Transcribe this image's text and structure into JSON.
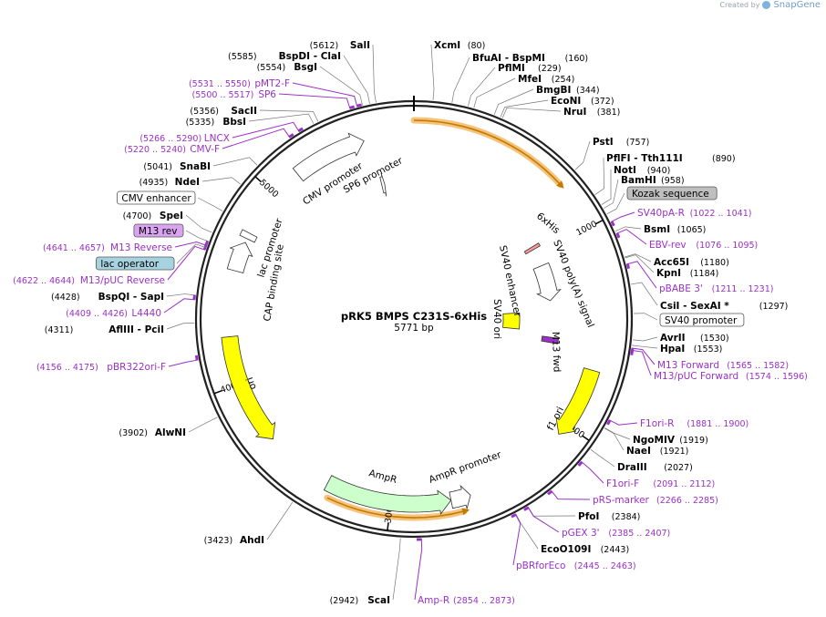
{
  "credit": {
    "prefix": "Created by",
    "brand": "SnapGene",
    "icon": "snapgene-logo-icon"
  },
  "plasmid": {
    "name": "pRK5 BMPS C231S-6xHis",
    "length": 5771,
    "length_label": "5771 bp"
  },
  "colors": {
    "primer": "#9b30c8",
    "site": "#000000",
    "ori": "#ffff00",
    "ampr": "#ccffcc",
    "promoter": "#ffffff",
    "kozak": "#bfbfbf",
    "lac_operator": "#a7d3e0",
    "m13rev": "#d9a3f0",
    "orf_highlight": "#f7c27a",
    "orf_arrow": "#c07c00"
  },
  "ticks": [
    {
      "pos": 1000,
      "label": "1000"
    },
    {
      "pos": 2000,
      "label": "2000"
    },
    {
      "pos": 3000,
      "label": "3000"
    },
    {
      "pos": 4000,
      "label": "4000"
    },
    {
      "pos": 5000,
      "label": "5000"
    }
  ],
  "orf_arcs": [
    {
      "name": "orf-top",
      "start": 5771,
      "end": 760,
      "dir": 1
    },
    {
      "name": "orf-bottom",
      "start": 3300,
      "end": 2650,
      "dir": -1
    }
  ],
  "inner_features": [
    {
      "name": "cmv-promoter",
      "label": "CMV promoter",
      "start": 5150,
      "end": 5520,
      "dir": 1,
      "color": "#ffffff",
      "track": 1
    },
    {
      "name": "sp6-promoter",
      "label": "SP6 promoter",
      "start": 5555,
      "end": 5575,
      "dir": 1,
      "color": "#ffffff",
      "track": 2
    },
    {
      "name": "lac-promoter",
      "label": "lac promoter",
      "start": 4570,
      "end": 4720,
      "dir": 1,
      "color": "#ffffff",
      "track": 1
    },
    {
      "name": "cap-binding-site",
      "label": "CAP binding site",
      "start": 4740,
      "end": 4770,
      "dir": 0,
      "color": "#ffffff",
      "track": 1
    },
    {
      "name": "ori",
      "label": "ori",
      "start": 3680,
      "end": 4240,
      "dir": -1,
      "color": "#ffff00",
      "track": 1
    },
    {
      "name": "ampr",
      "label": "AmpR",
      "start": 2700,
      "end": 3330,
      "dir": -1,
      "color": "#ccffcc",
      "track": 1
    },
    {
      "name": "ampr-promoter",
      "label": "AmpR promoter",
      "start": 2600,
      "end": 2700,
      "dir": -1,
      "color": "#ffffff",
      "track": 1
    },
    {
      "name": "f1-ori",
      "label": "f1 ori",
      "start": 1700,
      "end": 2060,
      "dir": 1,
      "color": "#ffff00",
      "track": 1
    },
    {
      "name": "sv40-polya",
      "label": "SV40 poly(A) signal",
      "start": 1080,
      "end": 1320,
      "dir": 1,
      "color": "#ffffff",
      "track": 2
    },
    {
      "name": "sv40-enhancer-ori",
      "label": "SV40 enhancer",
      "start": 1390,
      "end": 1530,
      "dir": 0,
      "color": "#ffff00",
      "track": 3
    },
    {
      "name": "six-his",
      "label": "6xHis",
      "start": 940,
      "end": 960,
      "dir": 0,
      "color": "#ff9999",
      "track": 2
    },
    {
      "name": "m13-fwd",
      "label": "M13 fwd",
      "start": 1565,
      "end": 1600,
      "dir": 0,
      "color": "#9b30c8",
      "track": 2
    }
  ],
  "inner_labels": {
    "cmv_promoter": "CMV promoter",
    "sp6_promoter": "SP6 promoter",
    "lac_promoter": "lac promoter",
    "cap_binding_site": "CAP binding site",
    "ori": "ori",
    "ampr": "AmpR",
    "ampr_promoter": "AmpR promoter",
    "f1_ori": "f1 ori",
    "sv40_polya": "SV40 poly(A) signal",
    "sv40_enhancer": "SV40 enhancer",
    "sv40_ori": "SV40 ori",
    "six_his": "6xHis",
    "m13_fwd": "M13 fwd"
  },
  "outer_labels": [
    {
      "pos": 80,
      "name": "XcmI",
      "coord": "(80)",
      "kind": "site",
      "side": "right"
    },
    {
      "pos": 160,
      "name": "BfuAI - BspMI",
      "coord": "(160)",
      "kind": "site",
      "side": "right"
    },
    {
      "pos": 229,
      "name": "PflMI",
      "coord": "(229)",
      "kind": "site",
      "side": "right"
    },
    {
      "pos": 254,
      "name": "MfeI",
      "coord": "(254)",
      "kind": "site",
      "side": "right"
    },
    {
      "pos": 344,
      "name": "BmgBI",
      "coord": "(344)",
      "kind": "site",
      "side": "right"
    },
    {
      "pos": 372,
      "name": "EcoNI",
      "coord": "(372)",
      "kind": "site",
      "side": "right"
    },
    {
      "pos": 381,
      "name": "NruI",
      "coord": "(381)",
      "kind": "site",
      "side": "right"
    },
    {
      "pos": 757,
      "name": "PstI",
      "coord": "(757)",
      "kind": "site",
      "side": "right"
    },
    {
      "pos": 890,
      "name": "PflFI - Tth111I",
      "coord": "(890)",
      "kind": "site",
      "side": "right"
    },
    {
      "pos": 940,
      "name": "NotI",
      "coord": "(940)",
      "kind": "site",
      "side": "right"
    },
    {
      "pos": 958,
      "name": "BamHI",
      "coord": "(958)",
      "kind": "site",
      "side": "right"
    },
    {
      "pos": 985,
      "name": "Kozak sequence",
      "coord": "",
      "kind": "box-gray",
      "side": "right"
    },
    {
      "pos": 1022,
      "name": "SV40pA-R",
      "coord": "(1022 .. 1041)",
      "kind": "primer",
      "side": "right"
    },
    {
      "pos": 1065,
      "name": "BsmI",
      "coord": "(1065)",
      "kind": "site",
      "side": "right"
    },
    {
      "pos": 1076,
      "name": "EBV-rev",
      "coord": "(1076 .. 1095)",
      "kind": "primer",
      "side": "right"
    },
    {
      "pos": 1180,
      "name": "Acc65I",
      "coord": "(1180)",
      "kind": "site",
      "side": "right"
    },
    {
      "pos": 1184,
      "name": "KpnI",
      "coord": "(1184)",
      "kind": "site",
      "side": "right"
    },
    {
      "pos": 1211,
      "name": "pBABE 3'",
      "coord": "(1211 .. 1231)",
      "kind": "primer",
      "side": "right"
    },
    {
      "pos": 1297,
      "name": "CsiI - SexAI *",
      "coord": "(1297)",
      "kind": "site",
      "side": "right"
    },
    {
      "pos": 1420,
      "name": "SV40 promoter",
      "coord": "",
      "kind": "box-white",
      "side": "right"
    },
    {
      "pos": 1530,
      "name": "AvrII",
      "coord": "(1530)",
      "kind": "site",
      "side": "right"
    },
    {
      "pos": 1553,
      "name": "HpaI",
      "coord": "(1553)",
      "kind": "site",
      "side": "right"
    },
    {
      "pos": 1565,
      "name": "M13 Forward",
      "coord": "(1565 .. 1582)",
      "kind": "primer",
      "side": "right"
    },
    {
      "pos": 1574,
      "name": "M13/pUC Forward",
      "coord": "(1574 .. 1596)",
      "kind": "primer",
      "side": "right"
    },
    {
      "pos": 1881,
      "name": "F1ori-R",
      "coord": "(1881 .. 1900)",
      "kind": "primer",
      "side": "right"
    },
    {
      "pos": 1919,
      "name": "NgoMIV",
      "coord": "(1919)",
      "kind": "site",
      "side": "right"
    },
    {
      "pos": 1921,
      "name": "NaeI",
      "coord": "(1921)",
      "kind": "site",
      "side": "right"
    },
    {
      "pos": 2027,
      "name": "DraIII",
      "coord": "(2027)",
      "kind": "site",
      "side": "right"
    },
    {
      "pos": 2091,
      "name": "F1ori-F",
      "coord": "(2091 .. 2112)",
      "kind": "primer",
      "side": "right"
    },
    {
      "pos": 2266,
      "name": "pRS-marker",
      "coord": "(2266 .. 2285)",
      "kind": "primer",
      "side": "right"
    },
    {
      "pos": 2384,
      "name": "PfoI",
      "coord": "(2384)",
      "kind": "site",
      "side": "right"
    },
    {
      "pos": 2385,
      "name": "pGEX 3'",
      "coord": "(2385 .. 2407)",
      "kind": "primer",
      "side": "right"
    },
    {
      "pos": 2443,
      "name": "EcoO109I",
      "coord": "(2443)",
      "kind": "site",
      "side": "right"
    },
    {
      "pos": 2445,
      "name": "pBRforEco",
      "coord": "(2445 .. 2463)",
      "kind": "primer",
      "side": "right"
    },
    {
      "pos": 2854,
      "name": "Amp-R",
      "coord": "(2854 .. 2873)",
      "kind": "primer",
      "side": "right"
    },
    {
      "pos": 2942,
      "name": "ScaI",
      "coord": "(2942)",
      "kind": "site",
      "side": "left"
    },
    {
      "pos": 3423,
      "name": "AhdI",
      "coord": "(3423)",
      "kind": "site",
      "side": "left"
    },
    {
      "pos": 3902,
      "name": "AlwNI",
      "coord": "(3902)",
      "kind": "site",
      "side": "left"
    },
    {
      "pos": 4156,
      "name": "pBR322ori-F",
      "coord": "(4156 .. 4175)",
      "kind": "primer",
      "side": "left"
    },
    {
      "pos": 4311,
      "name": "AflIII - PciI",
      "coord": "(4311)",
      "kind": "site",
      "side": "left"
    },
    {
      "pos": 4409,
      "name": "L4440",
      "coord": "(4409 .. 4426)",
      "kind": "primer",
      "side": "left"
    },
    {
      "pos": 4428,
      "name": "BspQI - SapI",
      "coord": "(4428)",
      "kind": "site",
      "side": "left"
    },
    {
      "pos": 4622,
      "name": "M13/pUC Reverse",
      "coord": "(4622 .. 4644)",
      "kind": "primer",
      "side": "left"
    },
    {
      "pos": 4632,
      "name": "lac operator",
      "coord": "",
      "kind": "box-blue",
      "side": "left"
    },
    {
      "pos": 4641,
      "name": "M13 Reverse",
      "coord": "(4641 .. 4657)",
      "kind": "primer",
      "side": "left"
    },
    {
      "pos": 4660,
      "name": "M13 rev",
      "coord": "",
      "kind": "box-purple",
      "side": "left"
    },
    {
      "pos": 4700,
      "name": "SpeI",
      "coord": "(4700)",
      "kind": "site",
      "side": "left"
    },
    {
      "pos": 4800,
      "name": "CMV enhancer",
      "coord": "",
      "kind": "box-white",
      "side": "left"
    },
    {
      "pos": 4935,
      "name": "NdeI",
      "coord": "(4935)",
      "kind": "site",
      "side": "left"
    },
    {
      "pos": 5041,
      "name": "SnaBI",
      "coord": "(5041)",
      "kind": "site",
      "side": "left"
    },
    {
      "pos": 5220,
      "name": "CMV-F",
      "coord": "(5220 .. 5240)",
      "kind": "primer",
      "side": "left"
    },
    {
      "pos": 5266,
      "name": "LNCX",
      "coord": "(5266 .. 5290)",
      "kind": "primer",
      "side": "left"
    },
    {
      "pos": 5335,
      "name": "BbsI",
      "coord": "(5335)",
      "kind": "site",
      "side": "left"
    },
    {
      "pos": 5356,
      "name": "SacII",
      "coord": "(5356)",
      "kind": "site",
      "side": "left"
    },
    {
      "pos": 5500,
      "name": "SP6",
      "coord": "(5500 .. 5517)",
      "kind": "primer",
      "side": "left"
    },
    {
      "pos": 5531,
      "name": "pMT2-F",
      "coord": "(5531 .. 5550)",
      "kind": "primer",
      "side": "left"
    },
    {
      "pos": 5554,
      "name": "BsgI",
      "coord": "(5554)",
      "kind": "site",
      "side": "left"
    },
    {
      "pos": 5585,
      "name": "BspDI - ClaI",
      "coord": "(5585)",
      "kind": "site",
      "side": "left"
    },
    {
      "pos": 5612,
      "name": "SalI",
      "coord": "(5612)",
      "kind": "site",
      "side": "left"
    }
  ]
}
